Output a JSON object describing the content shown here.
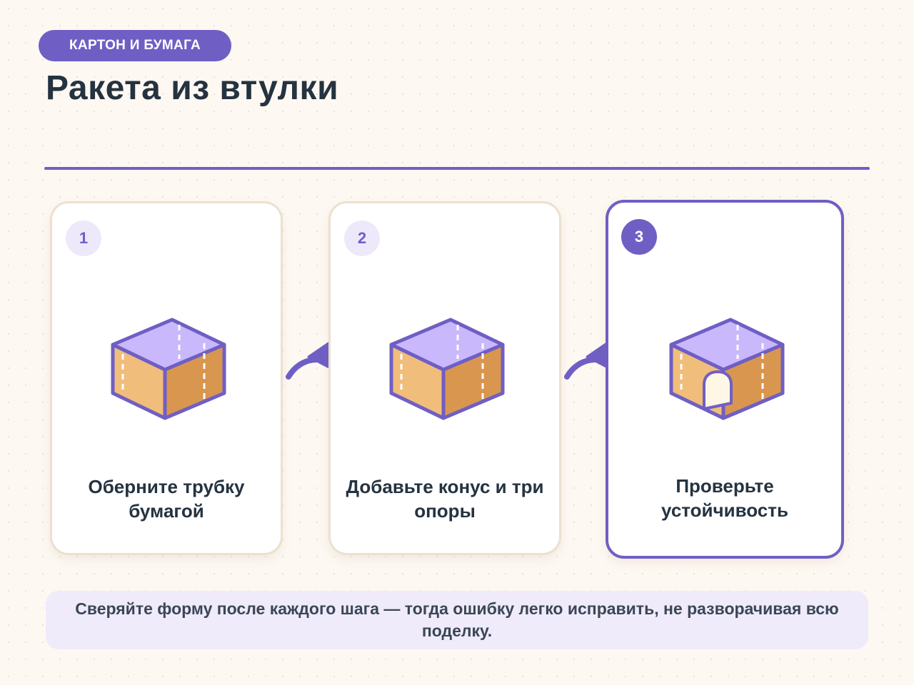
{
  "header": {
    "tag": "КАРТОН И БУМАГА",
    "title": "Ракета из втулки"
  },
  "steps": [
    {
      "number": "1",
      "label": "Оберните трубку бумагой",
      "icon": "cardboard-box-icon",
      "active": false
    },
    {
      "number": "2",
      "label": "Добавьте конус и три опоры",
      "icon": "cardboard-box-icon",
      "active": false
    },
    {
      "number": "3",
      "label": "Проверьте устойчивость",
      "icon": "cardboard-box-with-door-icon",
      "active": true
    }
  ],
  "note": "Сверяйте форму после каждого шага — тогда ошибку легко исправить, не разворачивая всю поделку.",
  "colors": {
    "accent": "#6f5fc4",
    "background": "#fdf8f2",
    "box_top": "#c9b8fb",
    "box_left": "#f1bd7b",
    "box_right": "#d9964f",
    "note_bg": "#efebfb"
  }
}
